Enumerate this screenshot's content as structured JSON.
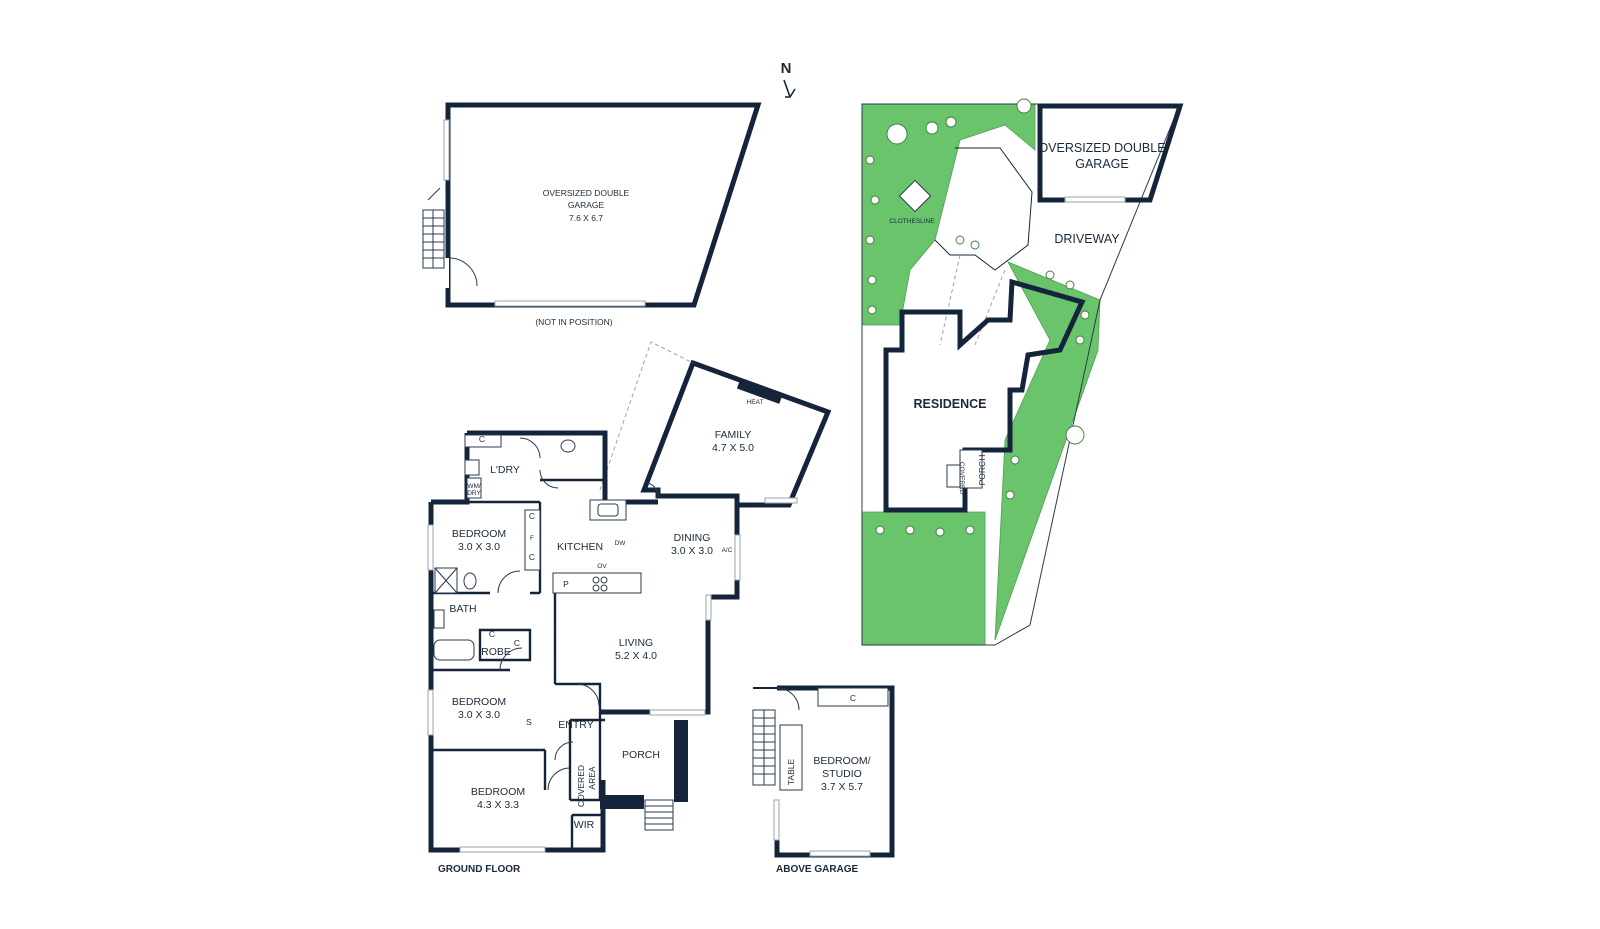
{
  "compass": {
    "north_label": "N"
  },
  "garage_plan": {
    "name": "OVERSIZED DOUBLE GARAGE",
    "line1": "OVERSIZED DOUBLE",
    "line2": "GARAGE",
    "dims": "7.6 X 6.7",
    "note": "(NOT IN POSITION)"
  },
  "ground_floor": {
    "caption": "GROUND FLOOR",
    "rooms": {
      "family": {
        "name": "FAMILY",
        "dims": "4.7 X 5.0"
      },
      "heat": "HEAT",
      "laundry": "L'DRY",
      "wm_dry": [
        "WM/",
        "DRY"
      ],
      "bedroom1": {
        "name": "BEDROOM",
        "dims": "3.0 X 3.0"
      },
      "kitchen": "KITCHEN",
      "dining": {
        "name": "DINING",
        "dims": "3.0 X 3.0"
      },
      "ac": "A/C",
      "dw": "DW",
      "ov": "OV",
      "pantry": "P",
      "fridge": "F",
      "bath": "BATH",
      "robe": "ROBE",
      "living": {
        "name": "LIVING",
        "dims": "5.2 X 4.0"
      },
      "bedroom2": {
        "name": "BEDROOM",
        "dims": "3.0 X 3.0"
      },
      "entry": "ENTRY",
      "porch": "PORCH",
      "covered_area": [
        "COVERED",
        "AREA"
      ],
      "bedroom3": {
        "name": "BEDROOM",
        "dims": "4.3 X 3.3"
      },
      "wir": "WIR",
      "cupboard": "C",
      "shelf": "S"
    }
  },
  "above_garage": {
    "caption": "ABOVE GARAGE",
    "room": {
      "name1": "BEDROOM/",
      "name2": "STUDIO",
      "dims": "3.7 X 5.7"
    },
    "table": "TABLE",
    "cupboard": "C"
  },
  "site_plan": {
    "garage_line1": "OVERSIZED DOUBLE",
    "garage_line2": "GARAGE",
    "driveway": "DRIVEWAY",
    "residence": "RESIDENCE",
    "porch": "PORCH",
    "clothesline": "CLOTHESLINE",
    "covered_area": [
      "COVERED",
      "AREA"
    ]
  },
  "colors": {
    "wall": "#14243a",
    "lawn": "#6ac46c",
    "window": "#9aa3ad"
  }
}
